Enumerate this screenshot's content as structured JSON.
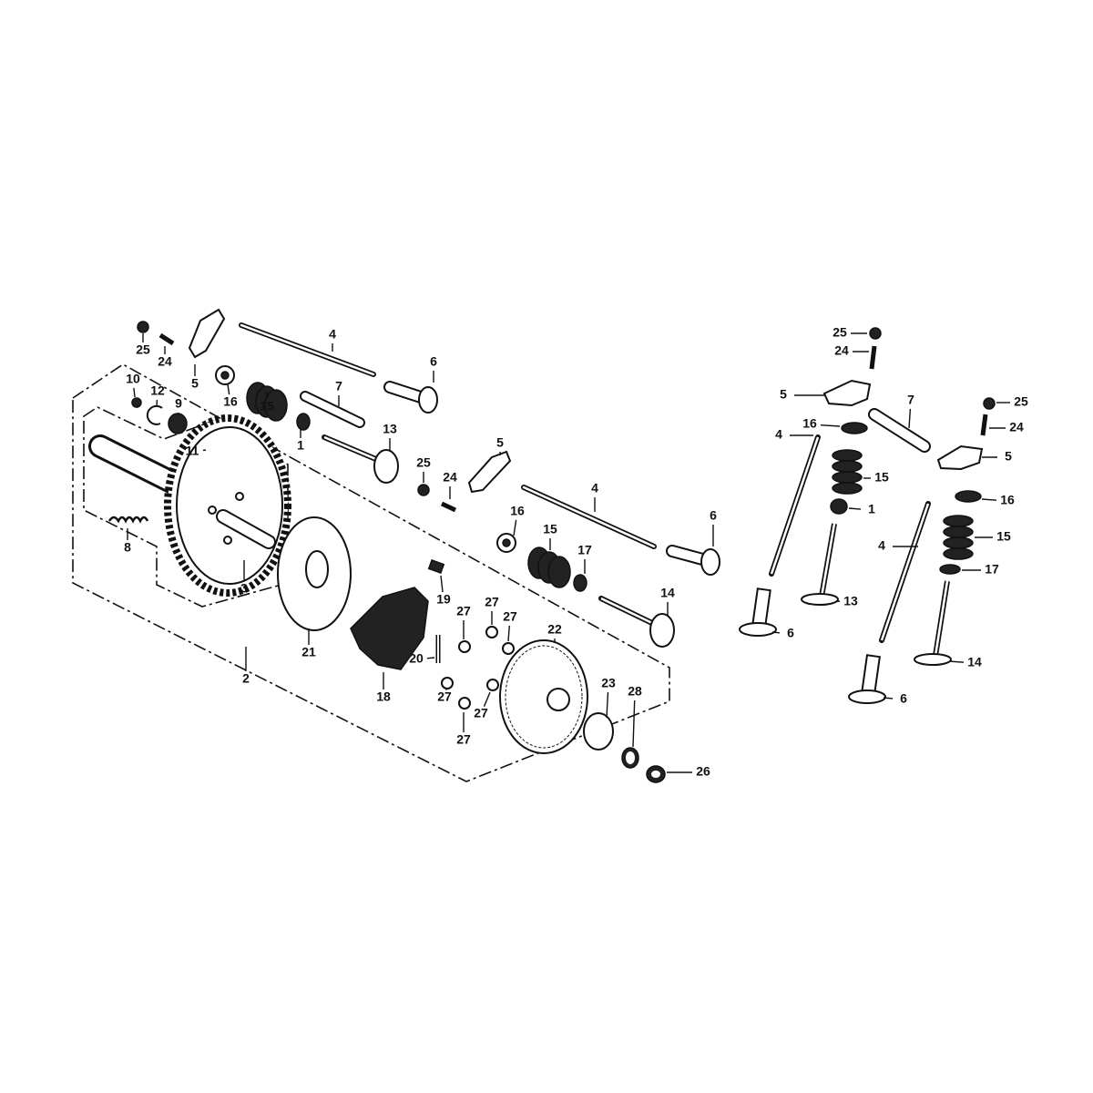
{
  "diagram": {
    "type": "exploded parts diagram",
    "callouts_left": [
      "25",
      "24",
      "5",
      "16",
      "15",
      "4",
      "6",
      "7",
      "1",
      "13",
      "10",
      "12",
      "9",
      "11",
      "8",
      "3",
      "2",
      "25",
      "24",
      "5",
      "4",
      "6",
      "16",
      "15",
      "17",
      "14",
      "19",
      "27",
      "27",
      "27",
      "20",
      "21",
      "18",
      "22",
      "27",
      "27",
      "27",
      "23",
      "28",
      "26"
    ],
    "callouts_right": [
      "25",
      "24",
      "5",
      "7",
      "25",
      "16",
      "4",
      "24",
      "15",
      "5",
      "16",
      "1",
      "4",
      "15",
      "17",
      "13",
      "6",
      "14",
      "6"
    ]
  }
}
